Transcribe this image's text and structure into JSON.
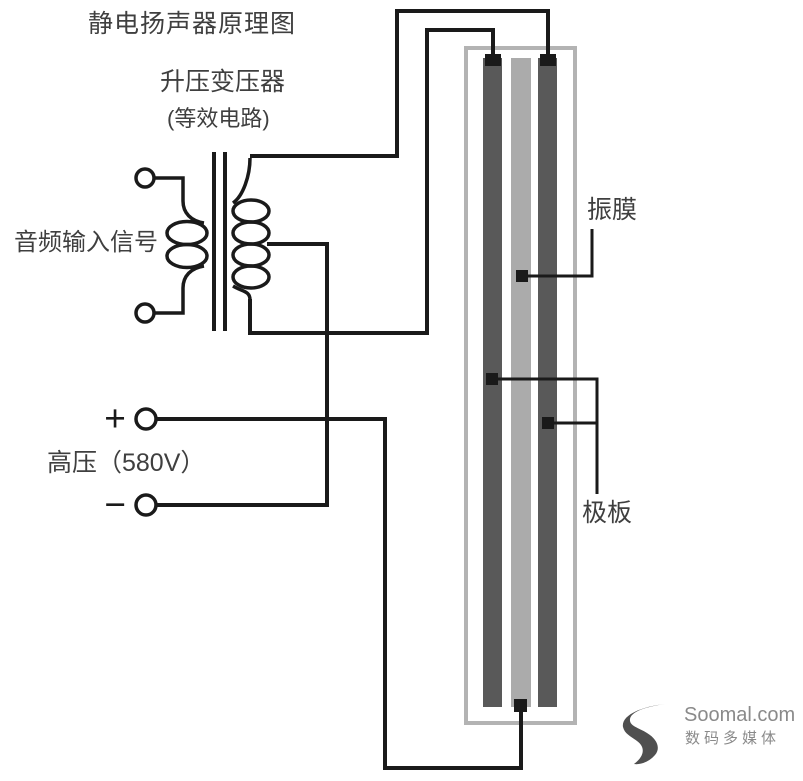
{
  "title": "静电扬声器原理图",
  "transformer": {
    "name_label": "升压变压器",
    "subtitle_label": "(等效电路)",
    "audio_input_label": "音频输入信号"
  },
  "high_voltage": {
    "label": "高压（580V）",
    "plus_sign": "+",
    "minus_sign": "−"
  },
  "speaker_panel": {
    "diaphragm_label": "振膜",
    "plate_label": "极板"
  },
  "watermark": {
    "brand": "Soomal.com",
    "tagline": "数码多媒体",
    "logo_icon": "soomal-s-logo"
  },
  "colors": {
    "wire": "#1a1a1a",
    "text": "#3f3f3f",
    "plate_dark": "#595959",
    "diaphragm_gray": "#ababab",
    "frame_gray": "#b3b3b3",
    "watermark_text": "#8a8a8a",
    "watermark_logo": "#4f4f4f"
  }
}
